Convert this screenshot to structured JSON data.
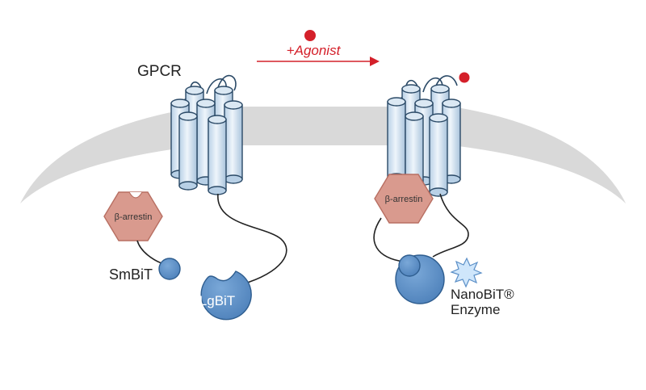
{
  "labels": {
    "gpcr": "GPCR",
    "agonist": "+Agonist",
    "beta_arrestin_left": "β-arrestin",
    "beta_arrestin_right": "β-arrestin",
    "smbit": "SmBiT",
    "lgbit": "LgBiT",
    "nanobit_line1": "NanoBiT®",
    "nanobit_line2": "Enzyme"
  },
  "colors": {
    "membrane": "#d9d9d9",
    "helix_fill": "#dbe8f3",
    "helix_stroke": "#2b4a67",
    "arrestin_fill": "#d99a8e",
    "arrestin_stroke": "#b86f62",
    "bit_fill": "#5b8fc7",
    "bit_stroke": "#2e5d8f",
    "agonist": "#d4202a",
    "arrow": "#d4202a",
    "spark_fill": "#cfe6fb",
    "spark_stroke": "#5b8fc7"
  }
}
